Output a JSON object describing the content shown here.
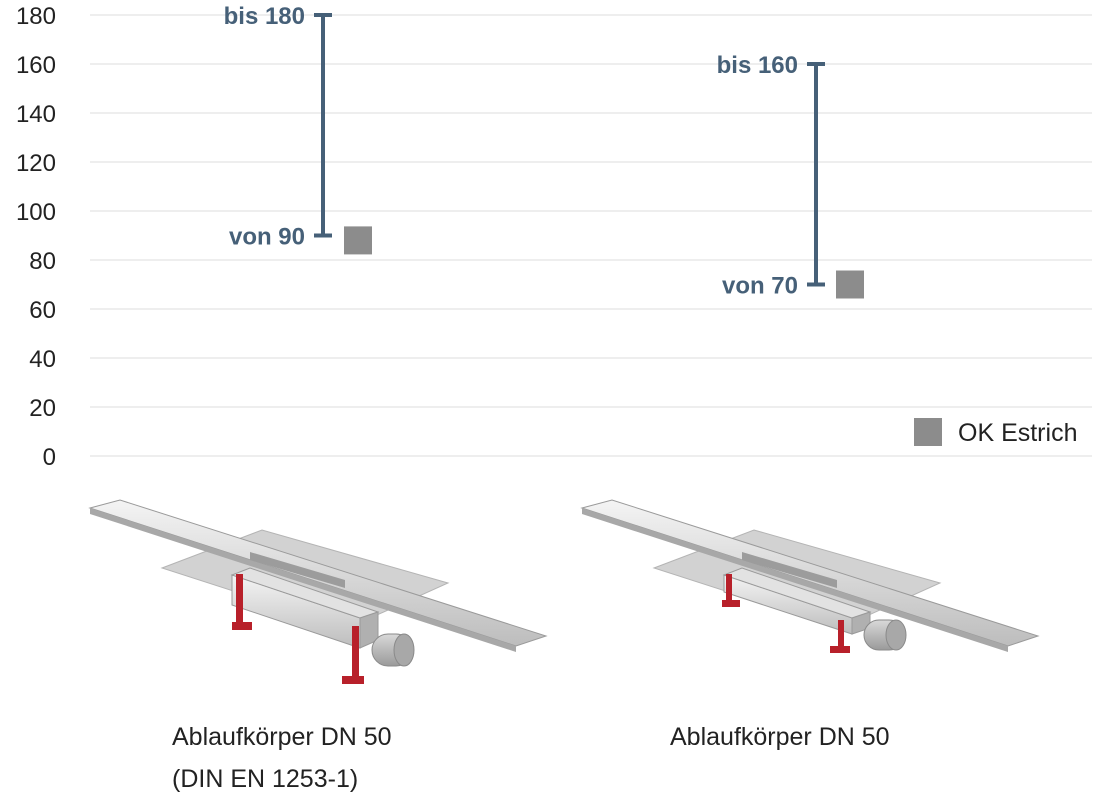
{
  "chart_data": {
    "type": "range",
    "ylim": [
      0,
      180
    ],
    "yticks": [
      0,
      20,
      40,
      60,
      80,
      100,
      120,
      140,
      160,
      180
    ],
    "grid": true,
    "categories": [
      {
        "line1": "Ablaufkörper DN 50",
        "line2": "(DIN EN 1253-1)"
      },
      {
        "line1": "Ablaufkörper DN 50",
        "line2": ""
      }
    ],
    "ranges": [
      {
        "from": 90,
        "to": 180,
        "from_label": "von 90",
        "to_label": "bis 180"
      },
      {
        "from": 70,
        "to": 160,
        "from_label": "von 70",
        "to_label": "bis 160"
      }
    ],
    "markers": {
      "name": "OK Estrich",
      "values": [
        88,
        70
      ]
    },
    "legend": {
      "label": "OK Estrich",
      "position": "bottom-right"
    },
    "colors": {
      "range": "#466078",
      "marker": "#8c8c8c",
      "grid": "#dcdcdc",
      "accent_red": "#b8202a"
    }
  }
}
